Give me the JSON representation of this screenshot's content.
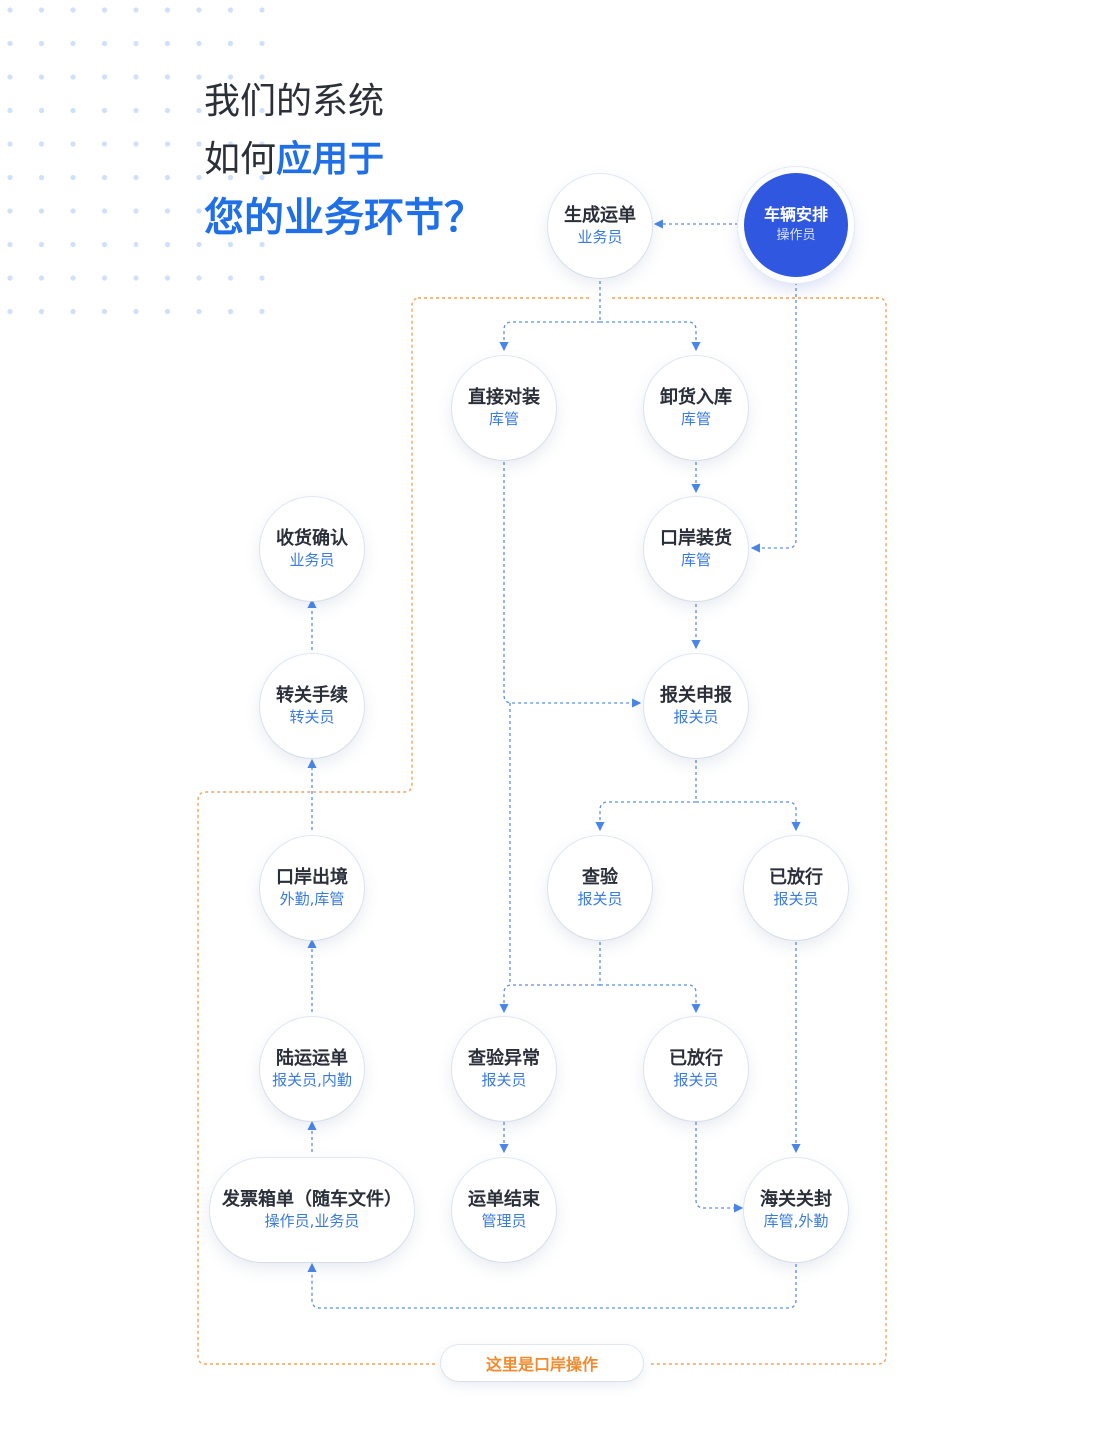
{
  "heading": {
    "line1": "我们的系统",
    "line2_plain": "如何",
    "line2_highlight": "应用于",
    "line3": "您的业务环节？"
  },
  "nodes": {
    "vehicle": {
      "title": "车辆安排",
      "role": "操作员"
    },
    "generate": {
      "title": "生成运单",
      "role": "业务员"
    },
    "direct": {
      "title": "直接对装",
      "role": "库管"
    },
    "unload": {
      "title": "卸货入库",
      "role": "库管"
    },
    "port_load": {
      "title": "口岸装货",
      "role": "库管"
    },
    "declare": {
      "title": "报关申报",
      "role": "报关员"
    },
    "inspect": {
      "title": "查验",
      "role": "报关员"
    },
    "released1": {
      "title": "已放行",
      "role": "报关员"
    },
    "inspect_abn": {
      "title": "查验异常",
      "role": "报关员"
    },
    "released2": {
      "title": "已放行",
      "role": "报关员"
    },
    "waybill_end": {
      "title": "运单结束",
      "role": "管理员"
    },
    "seal": {
      "title": "海关关封",
      "role": "库管,外勤"
    },
    "invoice": {
      "title": "发票箱单（随车文件）",
      "role": "操作员,业务员"
    },
    "land": {
      "title": "陆运运单",
      "role": "报关员,内勤"
    },
    "exit": {
      "title": "口岸出境",
      "role": "外勤,库管"
    },
    "transfer": {
      "title": "转关手续",
      "role": "转关员"
    },
    "receipt": {
      "title": "收货确认",
      "role": "业务员"
    }
  },
  "port_label": "这里是口岸操作",
  "colors": {
    "accent": "#1f6fe8",
    "flow_line": "#5b8fe0",
    "port_line": "#f2a45c",
    "dots": "#cfe0fa",
    "primary_node": "#2f57e0"
  }
}
